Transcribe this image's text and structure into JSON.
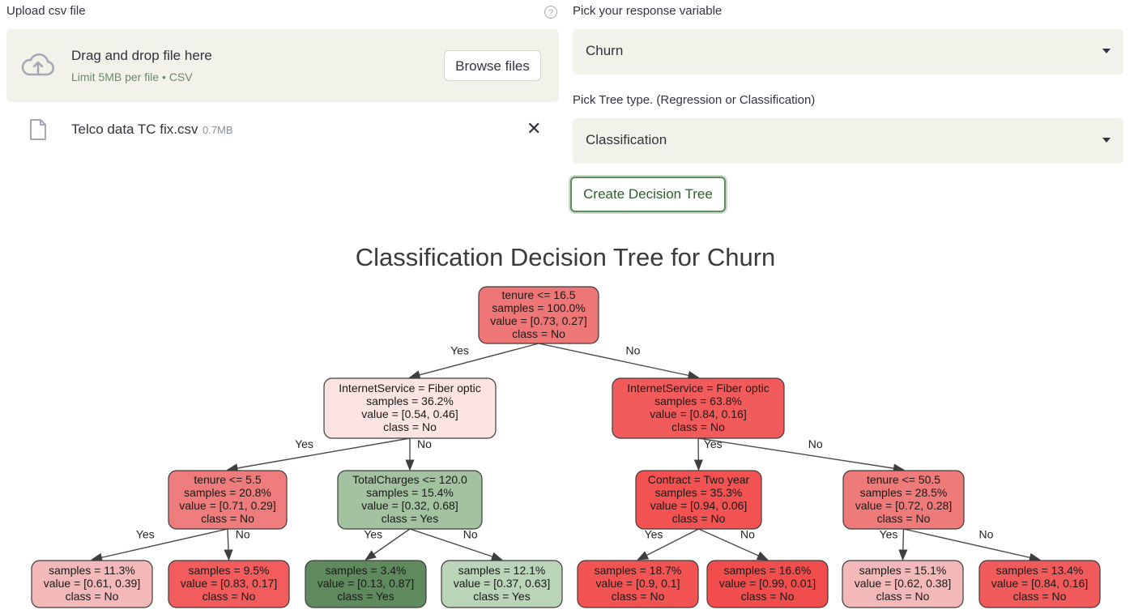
{
  "uploader": {
    "label": "Upload csv file",
    "help_icon": "?",
    "drop_title": "Drag and drop file here",
    "drop_limits": "Limit 5MB per file • CSV",
    "browse_label": "Browse files",
    "upload_icon": "cloud-upload-icon",
    "file": {
      "icon": "file-icon",
      "name": "Telco data TC fix.csv",
      "size": "0.7MB",
      "remove_icon": "close-icon"
    }
  },
  "response_select": {
    "label": "Pick your response variable",
    "value": "Churn"
  },
  "tree_type_select": {
    "label": "Pick Tree type. (Regression or Classification)",
    "value": "Classification"
  },
  "create_button": {
    "label": "Create Decision Tree"
  },
  "chart_title": "Classification Decision Tree for Churn",
  "colors": {
    "accent_green": "#5f8e5f",
    "node_red_strong": "#f25b5b",
    "node_red_mid": "#ef8a8a",
    "node_red_light": "#f3b8b8",
    "node_pink_pale": "#fbe4e2",
    "node_green_light": "#b9d4b7",
    "node_green_mid": "#a3c2a0",
    "node_green_dark": "#5f8a5e"
  },
  "tree": {
    "nodes": [
      {
        "id": "n0",
        "lines": [
          "tenure <= 16.5",
          "samples = 100.0%",
          "value = [0.73, 0.27]",
          "class = No"
        ],
        "fill": "#ef7676"
      },
      {
        "id": "n1",
        "lines": [
          "InternetService = Fiber optic",
          "samples = 36.2%",
          "value = [0.54, 0.46]",
          "class = No"
        ],
        "fill": "#fbe4e2"
      },
      {
        "id": "n2",
        "lines": [
          "InternetService = Fiber optic",
          "samples = 63.8%",
          "value = [0.84, 0.16]",
          "class = No"
        ],
        "fill": "#f25b5b"
      },
      {
        "id": "n3",
        "lines": [
          "tenure <= 5.5",
          "samples = 20.8%",
          "value = [0.71, 0.29]",
          "class = No"
        ],
        "fill": "#ef7c7c"
      },
      {
        "id": "n4",
        "lines": [
          "TotalCharges <= 120.0",
          "samples = 15.4%",
          "value = [0.32, 0.68]",
          "class = Yes"
        ],
        "fill": "#a3c2a0"
      },
      {
        "id": "n5",
        "lines": [
          "Contract = Two year",
          "samples = 35.3%",
          "value = [0.94, 0.06]",
          "class = No"
        ],
        "fill": "#f25252"
      },
      {
        "id": "n6",
        "lines": [
          "tenure <= 50.5",
          "samples = 28.5%",
          "value = [0.72, 0.28]",
          "class = No"
        ],
        "fill": "#ef7a7a"
      },
      {
        "id": "n7",
        "lines": [
          "samples = 11.3%",
          "value = [0.61, 0.39]",
          "class = No"
        ],
        "fill": "#f3b8b8"
      },
      {
        "id": "n8",
        "lines": [
          "samples = 9.5%",
          "value = [0.83, 0.17]",
          "class = No"
        ],
        "fill": "#f25c5c"
      },
      {
        "id": "n9",
        "lines": [
          "samples = 3.4%",
          "value = [0.13, 0.87]",
          "class = Yes"
        ],
        "fill": "#5f8a5e"
      },
      {
        "id": "n10",
        "lines": [
          "samples = 12.1%",
          "value = [0.37, 0.63]",
          "class = Yes"
        ],
        "fill": "#b9d4b7"
      },
      {
        "id": "n11",
        "lines": [
          "samples = 18.7%",
          "value = [0.9, 0.1]",
          "class = No"
        ],
        "fill": "#f25454"
      },
      {
        "id": "n12",
        "lines": [
          "samples = 16.6%",
          "value = [0.99, 0.01]",
          "class = No"
        ],
        "fill": "#f24d4d"
      },
      {
        "id": "n13",
        "lines": [
          "samples = 15.1%",
          "value = [0.62, 0.38]",
          "class = No"
        ],
        "fill": "#f3b8b8"
      },
      {
        "id": "n14",
        "lines": [
          "samples = 13.4%",
          "value = [0.84, 0.16]",
          "class = No"
        ],
        "fill": "#f25b5b"
      }
    ],
    "edges": [
      {
        "from": "n0",
        "to": "n1",
        "label": "Yes"
      },
      {
        "from": "n0",
        "to": "n2",
        "label": "No"
      },
      {
        "from": "n1",
        "to": "n3",
        "label": "Yes"
      },
      {
        "from": "n1",
        "to": "n4",
        "label": "No"
      },
      {
        "from": "n2",
        "to": "n5",
        "label": "Yes"
      },
      {
        "from": "n2",
        "to": "n6",
        "label": "No"
      },
      {
        "from": "n3",
        "to": "n7",
        "label": "Yes"
      },
      {
        "from": "n3",
        "to": "n8",
        "label": "No"
      },
      {
        "from": "n4",
        "to": "n9",
        "label": "Yes"
      },
      {
        "from": "n4",
        "to": "n10",
        "label": "No"
      },
      {
        "from": "n5",
        "to": "n11",
        "label": "Yes"
      },
      {
        "from": "n5",
        "to": "n12",
        "label": "No"
      },
      {
        "from": "n6",
        "to": "n13",
        "label": "Yes"
      },
      {
        "from": "n6",
        "to": "n14",
        "label": "No"
      }
    ]
  }
}
